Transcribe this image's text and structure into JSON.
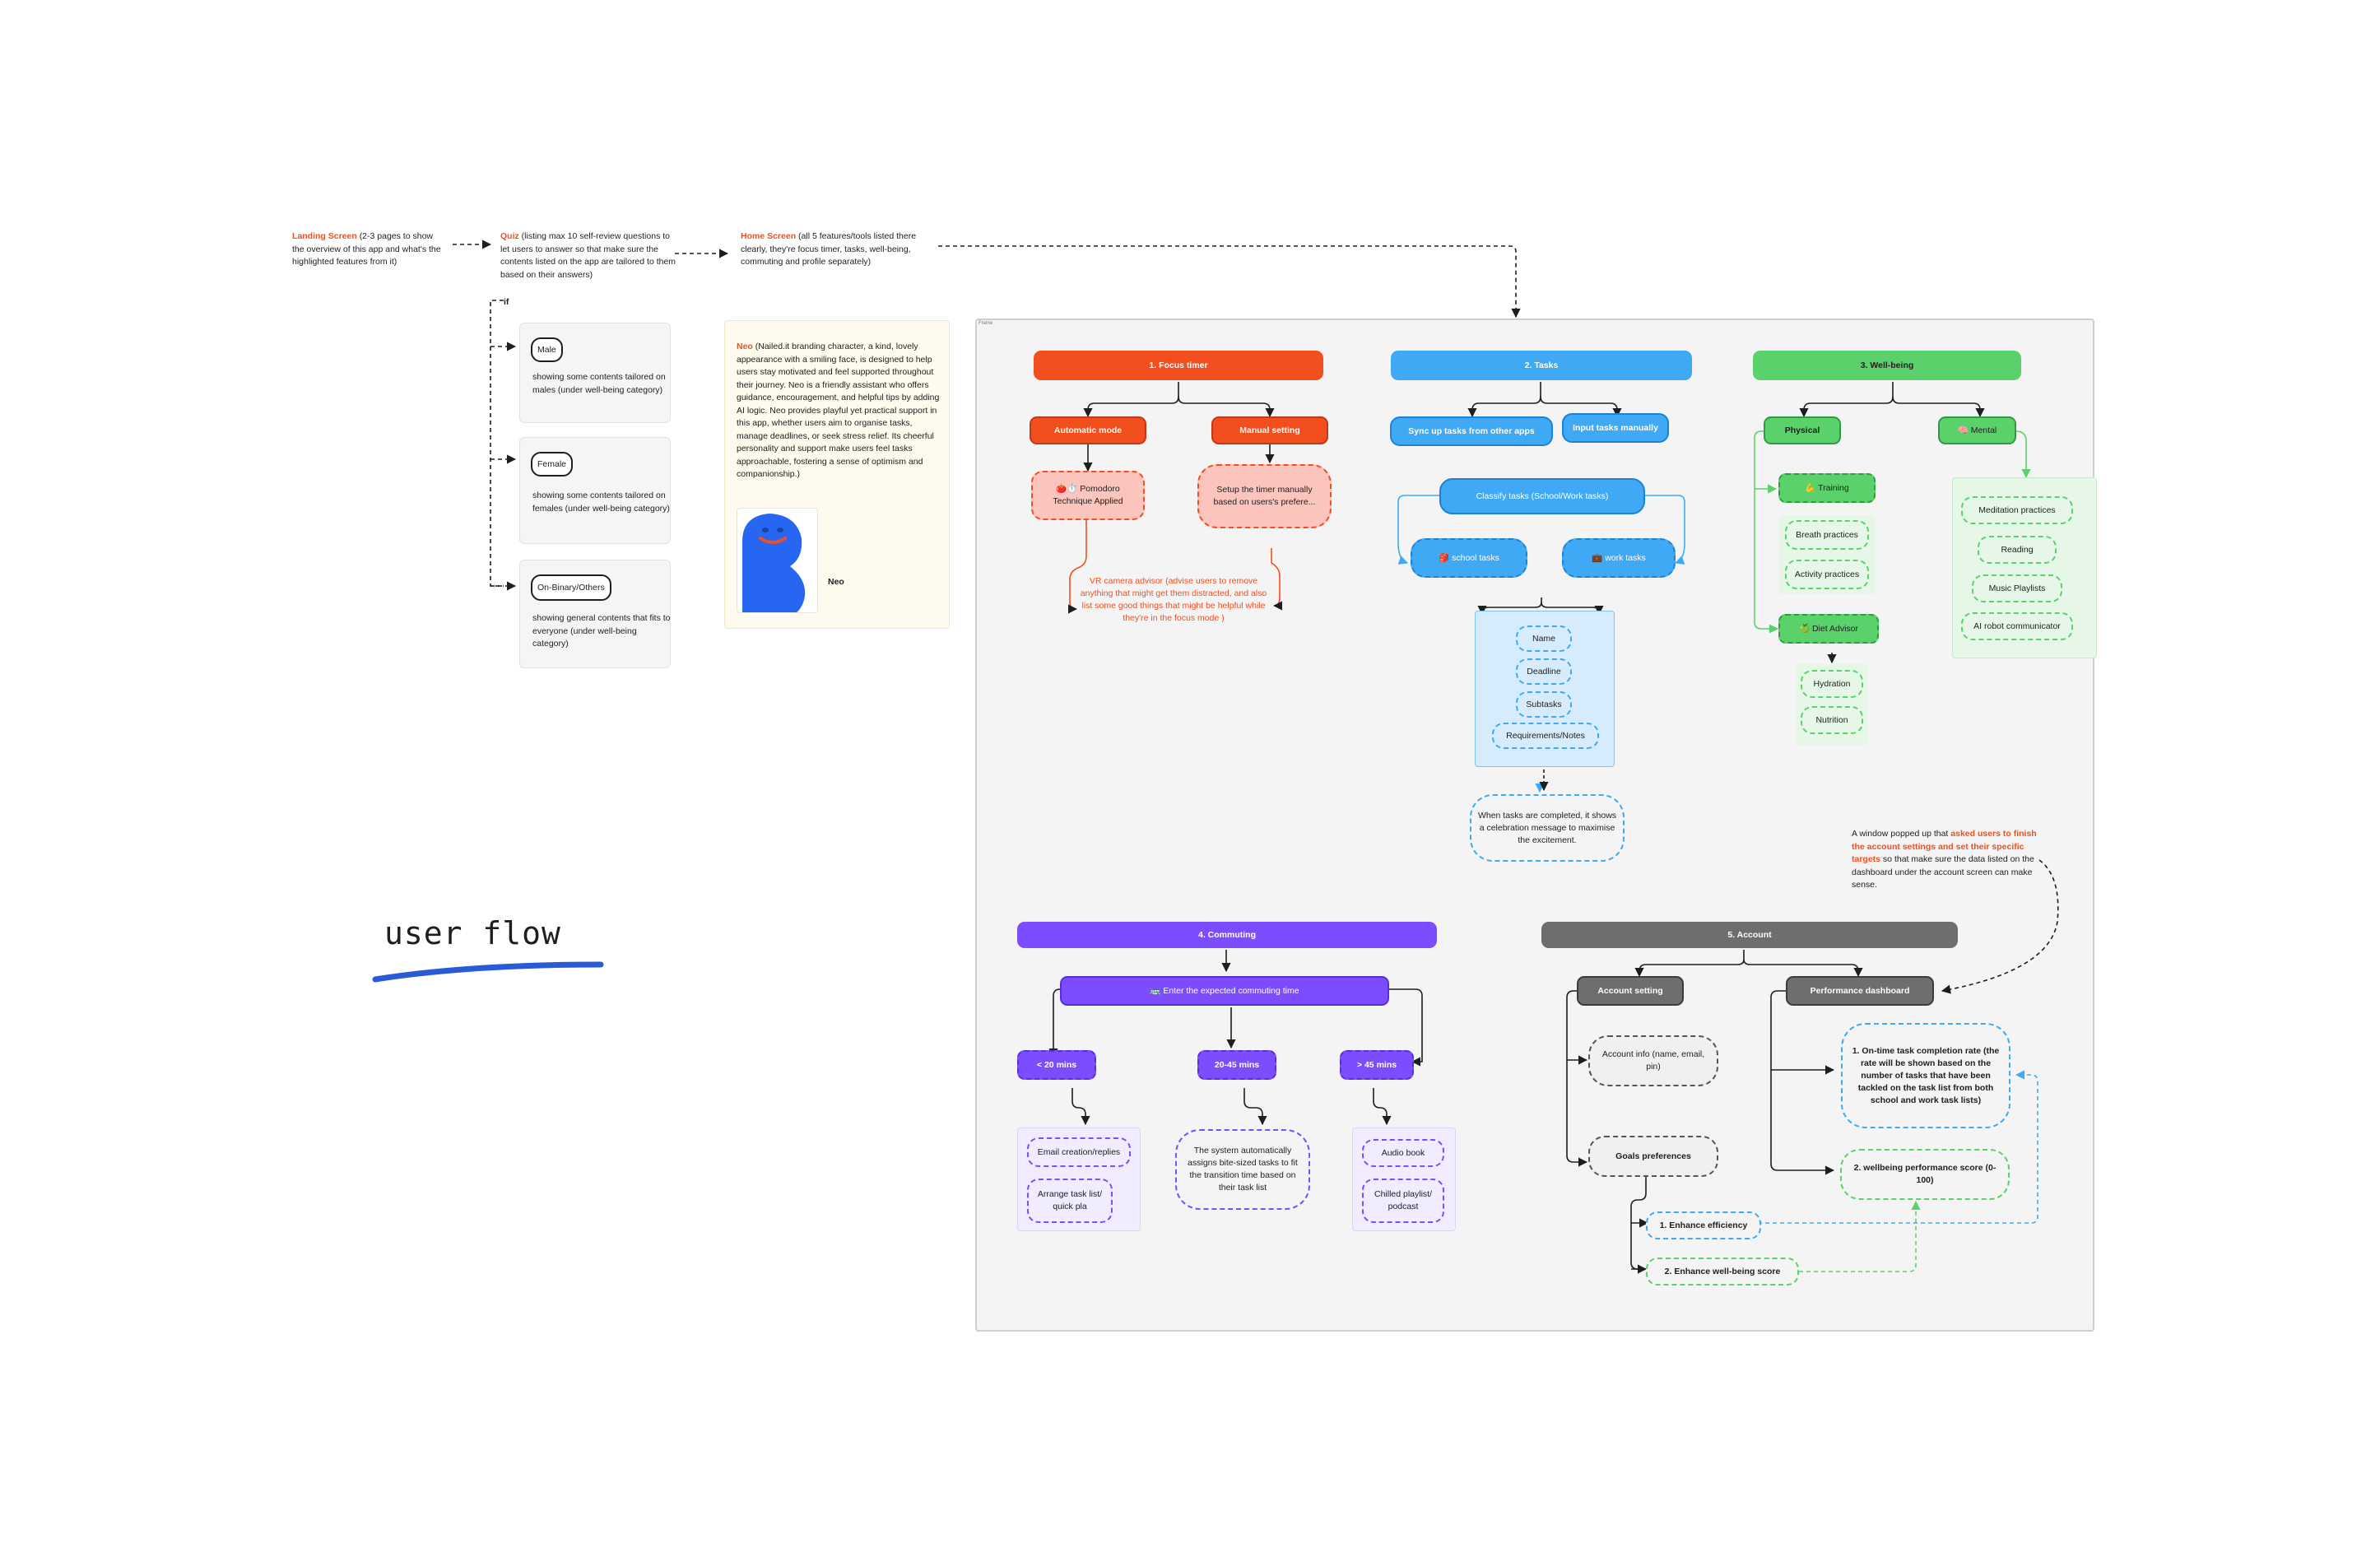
{
  "intro": {
    "landing": {
      "title": "Landing Screen",
      "text": "(2-3 pages to show the overview of this app and what's the highlighted features from it)"
    },
    "quiz": {
      "title": "Quiz",
      "text": "(listing max 10 self-review questions to let users to answer so that make sure the contents listed on the app are tailored to them based on their answers)"
    },
    "home": {
      "title": "Home Screen",
      "text": "(all 5 features/tools listed there clearly, they're focus timer, tasks, well-being, commuting and profile separately)"
    },
    "if_label": "if"
  },
  "gender_cards": [
    {
      "label": "Male",
      "text": "showing some contents tailored on males (under well-being category)"
    },
    {
      "label": "Female",
      "text": "showing some contents tailored on females (under well-being category)"
    },
    {
      "label": "On-Binary/Others",
      "text": "showing general contents that fits to everyone (under well-being category)"
    }
  ],
  "neo": {
    "title": "Neo",
    "text": "(Nailed.it branding character, a kind, lovely appearance with a smiling face, is designed to help users stay motivated and feel supported throughout their journey. Neo is a friendly assistant who offers guidance, encouragement, and helpful tips by adding AI logic. Neo provides playful yet practical support in this app, whether users aim to organise tasks, manage deadlines, or seek stress relief. Its cheerful personality and support make users feel tasks approachable, fostering a sense of optimism and companionship.)",
    "caption": "Neo"
  },
  "user_flow_label": "user flow",
  "frame_label": "Frame",
  "focus": {
    "header": "1. Focus timer",
    "auto": "Automatic mode",
    "manual": "Manual setting",
    "pomodoro": "🍅⏱️ Pomodoro Technique Applied",
    "setup": "Setup the timer manually based on users's prefere...",
    "vr": "VR camera advisor (advise users to remove anything that might get them distracted, and also list some good things that might be helpful while they're in the focus mode )"
  },
  "tasks": {
    "header": "2. Tasks",
    "sync": "Sync up tasks from other apps",
    "input": "Input tasks manually",
    "classify": "Classify tasks (School/Work tasks)",
    "school": "🎒 school tasks",
    "work": "💼 work tasks",
    "fields": [
      "Name",
      "Deadline",
      "Subtasks",
      "Requirements/Notes"
    ],
    "celebrate": "When tasks are completed, it shows a celebration message to maximise the excitement."
  },
  "wellbeing": {
    "header": "3. Well-being",
    "physical": "Physical",
    "mental": "🧠 Mental",
    "training": "💪 Training",
    "training_items": [
      "Breath practices",
      "Activity practices"
    ],
    "diet": "🍏 Diet Advisor",
    "diet_items": [
      "Hydration",
      "Nutrition"
    ],
    "mental_items": [
      "Meditation practices",
      "Reading",
      "Music Playlists",
      "AI robot communicator"
    ]
  },
  "commuting": {
    "header": "4. Commuting",
    "enter": "🚌 Enter the expected commuting time",
    "ranges": [
      "< 20 mins",
      "20-45 mins",
      "> 45 mins"
    ],
    "short_items": [
      "Email creation/replies",
      "Arrange task list/ quick pla"
    ],
    "mid_text": "The system automatically assigns bite-sized tasks to fit the transition time based on their task list",
    "long_items": [
      "Audio book",
      "Chilled playlist/ podcast"
    ]
  },
  "account": {
    "header": "5. Account",
    "setting": "Account setting",
    "dashboard": "Performance dashboard",
    "info": "Account info (name, email, pin)",
    "goals": "Goals preferences",
    "ontime": "1. On-time task completion rate (the rate will be shown based on the number of tasks that have been tackled on the task list from both school and work task lists)",
    "wellscore": "2. wellbeing performance score (0-100)",
    "efficiency": "1. Enhance efficiency",
    "enhance_score": "2. Enhance well-being score",
    "popup_pre": "A window popped up that ",
    "popup_highlight": "asked users to finish the account settings and set their specific targets",
    "popup_post": " so that make sure the data listed on the dashboard under the account screen can make sense."
  },
  "colors": {
    "focus": "#f24e1e",
    "tasks": "#3fa9f5",
    "wellbeing": "#5bd16c",
    "commuting": "#7b4dff",
    "account": "#6e6e6e",
    "highlight": "#f24e1e",
    "ink": "#2a5bd7"
  }
}
